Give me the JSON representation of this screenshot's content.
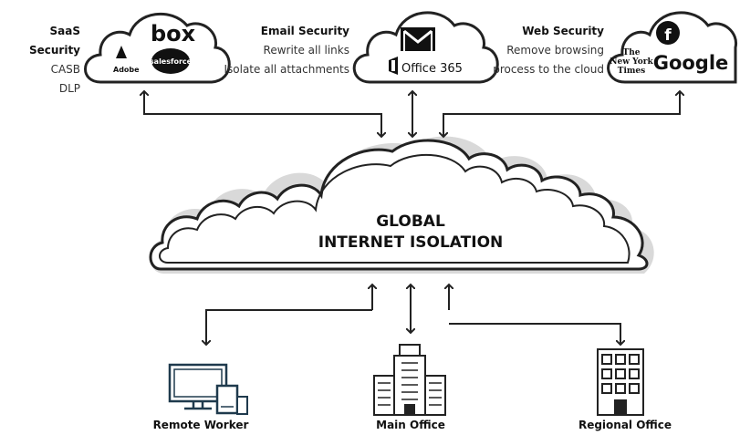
{
  "saas": {
    "title": "SaaS Security",
    "lines": [
      "CASB",
      "DLP"
    ],
    "logos": {
      "box": "box",
      "adobe": "Adobe",
      "salesforce": "salesforce"
    }
  },
  "email": {
    "title": "Email Security",
    "lines": [
      "Rewrite all links",
      "Isolate all attachments"
    ],
    "logos": {
      "office": "Office 365"
    }
  },
  "web": {
    "title": "Web Security",
    "lines": [
      "Remove browsing",
      "process to the cloud"
    ],
    "logos": {
      "nyt1": "The",
      "nyt2": "New York",
      "nyt3": "Times",
      "google": "Google",
      "facebook": "f"
    }
  },
  "center": {
    "line1": "GLOBAL",
    "line2": "INTERNET ISOLATION"
  },
  "endpoints": {
    "remote": "Remote Worker",
    "main": "Main Office",
    "regional": "Regional Office"
  },
  "icons": [
    "box-logo",
    "adobe-logo",
    "salesforce-logo",
    "gmail-icon",
    "office365-logo",
    "facebook-icon",
    "nyt-logo",
    "google-logo",
    "computer-icon",
    "main-office-icon",
    "regional-office-icon"
  ]
}
